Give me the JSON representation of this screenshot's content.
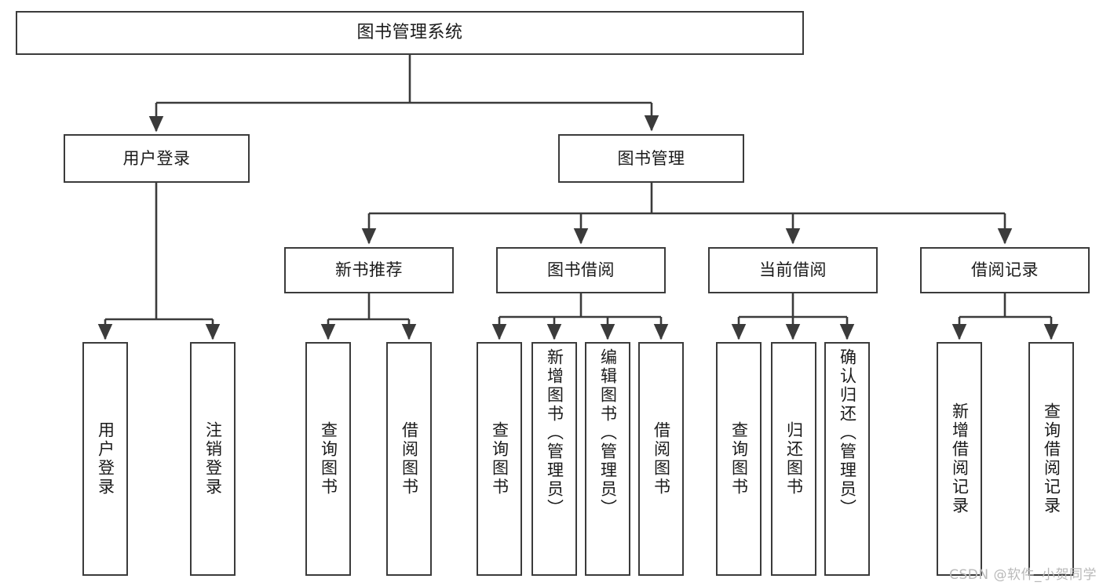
{
  "diagram": {
    "title": "图书管理系统",
    "type": "tree",
    "orientation": "top-down",
    "colors": {
      "box_border": "#3b3b3b",
      "box_fill": "#ffffff",
      "edge": "#3b3b3b",
      "text": "#1a1a1a",
      "watermark": "#b9b9b9",
      "background": "#ffffff"
    },
    "root": {
      "id": "root",
      "label": "图书管理系统"
    },
    "level1": [
      {
        "id": "user-login",
        "label": "用户登录"
      },
      {
        "id": "book-manage",
        "label": "图书管理"
      }
    ],
    "level2": [
      {
        "id": "new-book-recommend",
        "label": "新书推荐",
        "parent": "book-manage"
      },
      {
        "id": "book-borrow",
        "label": "图书借阅",
        "parent": "book-manage"
      },
      {
        "id": "current-borrow",
        "label": "当前借阅",
        "parent": "book-manage"
      },
      {
        "id": "borrow-record",
        "label": "借阅记录",
        "parent": "book-manage"
      }
    ],
    "leaves": {
      "user-login": [
        {
          "id": "leaf-user-login",
          "label": "用户登录"
        },
        {
          "id": "leaf-logout",
          "label": "注销登录"
        }
      ],
      "new-book-recommend": [
        {
          "id": "leaf-query-book-1",
          "label": "查询图书"
        },
        {
          "id": "leaf-borrow-book-1",
          "label": "借阅图书"
        }
      ],
      "book-borrow": [
        {
          "id": "leaf-query-book-2",
          "label": "查询图书"
        },
        {
          "id": "leaf-add-book",
          "label": "新增图书（管理员）"
        },
        {
          "id": "leaf-edit-book",
          "label": "编辑图书（管理员）"
        },
        {
          "id": "leaf-borrow-book-2",
          "label": "借阅图书"
        }
      ],
      "current-borrow": [
        {
          "id": "leaf-query-book-3",
          "label": "查询图书"
        },
        {
          "id": "leaf-return-book",
          "label": "归还图书"
        },
        {
          "id": "leaf-confirm-return",
          "label": "确认归还（管理员）"
        }
      ],
      "borrow-record": [
        {
          "id": "leaf-add-record",
          "label": "新增借阅记录"
        },
        {
          "id": "leaf-query-record",
          "label": "查询借阅记录"
        }
      ]
    }
  },
  "watermark": {
    "text": "CSDN @软件_小贺同学"
  }
}
